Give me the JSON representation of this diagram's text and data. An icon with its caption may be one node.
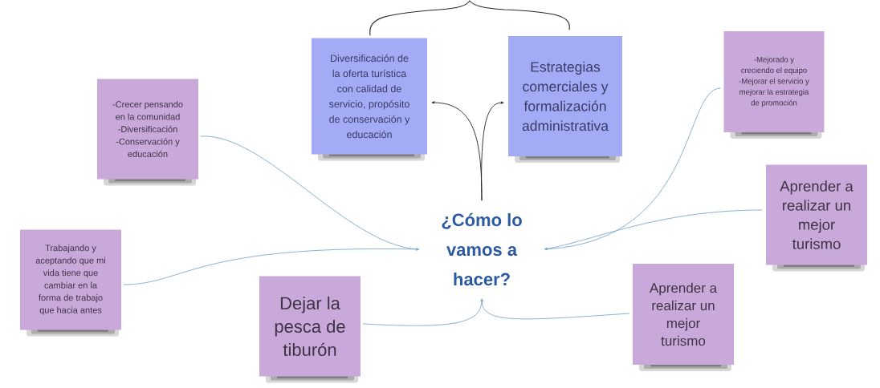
{
  "diagram": {
    "nodes": [
      {
        "text": [
          "¿Cómo lo vamos a hacer?"
        ]
      },
      {
        "text": [
          "Diversificación de la oferta turística con calidad de servicio, propósito de conservación y educación"
        ]
      },
      {
        "text": [
          "Estrategias comerciales y formalización administrativa"
        ]
      },
      {
        "text": [
          "-Crecer pensando en la comunidad -Diversificación -Conservación y educación"
        ]
      },
      {
        "text": [
          "Trabajando y aceptando que mi vida tiene que cambiar en la forma de trabajo que hacia antes"
        ]
      },
      {
        "text": [
          "Dejar la pesca de tiburón"
        ]
      },
      {
        "text": [
          "Aprender a realizar un mejor turismo"
        ]
      },
      {
        "text": [
          "Aprender a realizar un mejor turismo"
        ]
      },
      {
        "text": [
          "-Mejorado y creciendo el equipo -Mejorar el servicio y mejorar la estrategia de promoción"
        ]
      }
    ],
    "edges": [
      {
        "from": 0,
        "to": 1,
        "arrow": "to",
        "color": "#222222"
      },
      {
        "from": 0,
        "to": 2,
        "arrow": "to",
        "color": "#222222"
      },
      {
        "from": 3,
        "to": 0,
        "arrow": "to"
      },
      {
        "from": 4,
        "to": 0,
        "arrow": "to"
      },
      {
        "from": 5,
        "to": 0,
        "arrow": "to"
      },
      {
        "from": 6,
        "to": 0,
        "arrow": "to"
      },
      {
        "from": 7,
        "to": 0,
        "arrow": "to"
      },
      {
        "from": 8,
        "to": 0,
        "arrow": "to"
      }
    ]
  }
}
